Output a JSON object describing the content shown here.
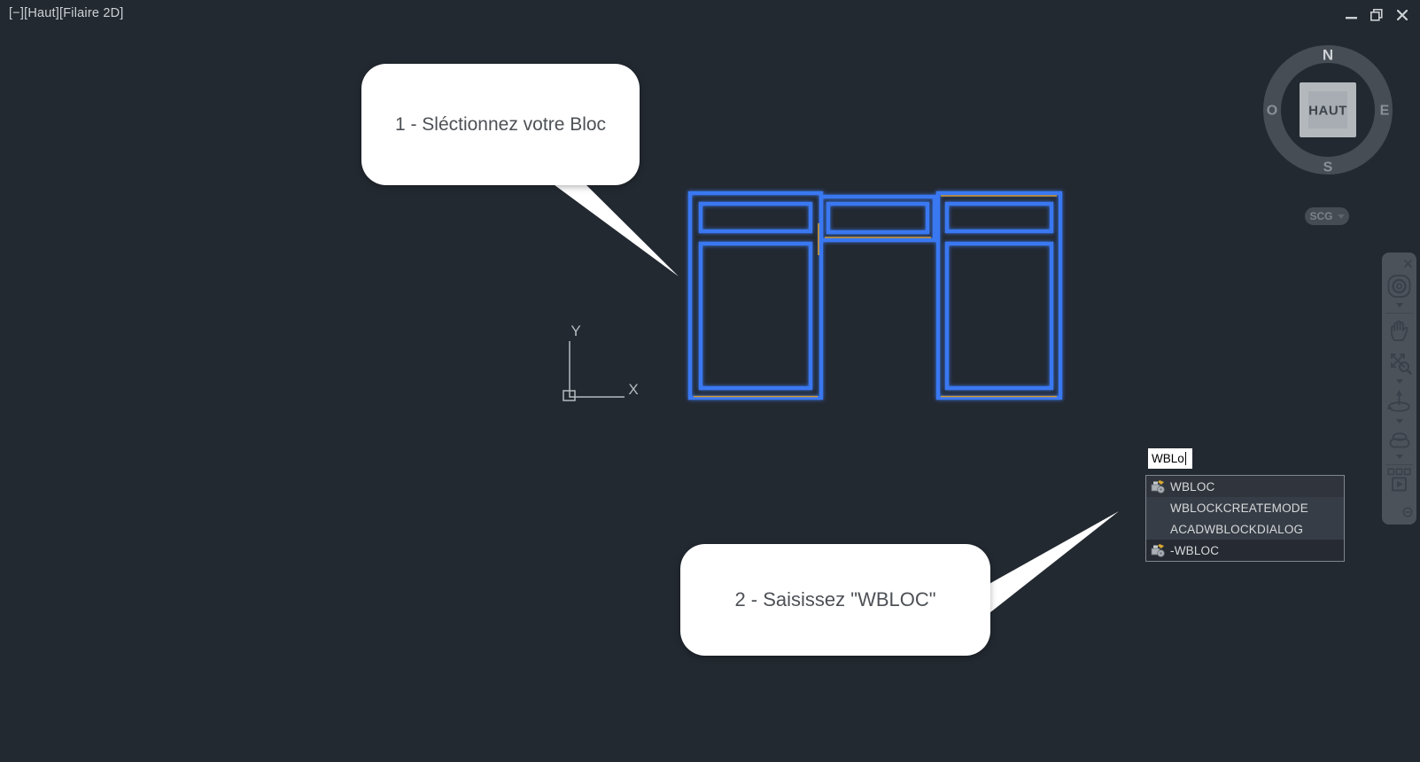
{
  "window": {
    "viewport_controls": [
      "[−]",
      "[Haut]",
      "[Filaire 2D]"
    ],
    "controls": [
      "minimize",
      "restore",
      "close"
    ]
  },
  "viewcube": {
    "north": "N",
    "west": "O",
    "east": "E",
    "south": "S",
    "face": "HAUT",
    "ucs_badge": "SCG"
  },
  "ucs_icon": {
    "x_label": "X",
    "y_label": "Y"
  },
  "callouts": [
    {
      "text": "1 - Sléctionnez votre Bloc"
    },
    {
      "text": "2 - Saisissez \"WBLOC\""
    }
  ],
  "command_input": {
    "value": "WBLo"
  },
  "autocomplete": {
    "items": [
      {
        "label": "WBLOC",
        "has_icon": true,
        "highlighted": true
      },
      {
        "label": "WBLOCKCREATEMODE",
        "has_icon": false,
        "highlighted": false
      },
      {
        "label": "ACADWBLOCKDIALOG",
        "has_icon": false,
        "highlighted": false
      },
      {
        "label": "-WBLOC",
        "has_icon": true,
        "highlighted": false
      }
    ]
  },
  "colors": {
    "background": "#232931",
    "selection_blue": "#3a78f2",
    "accent_yellow": "#d39a35",
    "callout_background": "#ffffff"
  }
}
